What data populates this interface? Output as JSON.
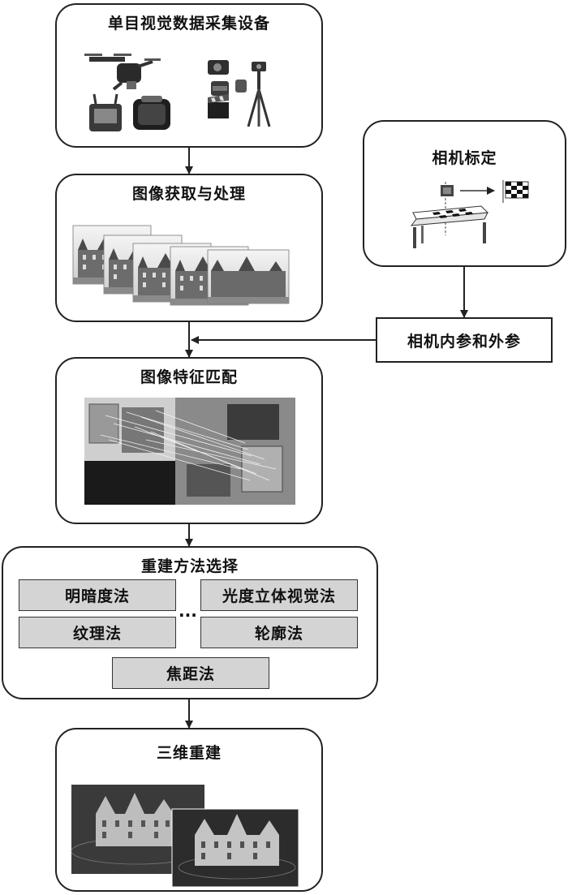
{
  "colors": {
    "stroke": "#222222",
    "method_fill": "#d4d4d4"
  },
  "acquisition": {
    "title": "单目视觉数据采集设备",
    "icons": [
      "drone-icon",
      "remote-controller-icon",
      "carry-case-icon",
      "camcorder-icon",
      "tripod-icon",
      "clapperboard-icon"
    ]
  },
  "image_processing": {
    "title": "图像获取与处理"
  },
  "calibration": {
    "title": "相机标定",
    "params_label": "相机内参和外参"
  },
  "feature_matching": {
    "title": "图像特征匹配"
  },
  "method_selection": {
    "title": "重建方法选择",
    "methods": [
      "明暗度法",
      "光度立体视觉法",
      "纹理法",
      "轮廓法",
      "焦距法"
    ],
    "ellipsis": "···"
  },
  "reconstruction": {
    "title": "三维重建"
  }
}
